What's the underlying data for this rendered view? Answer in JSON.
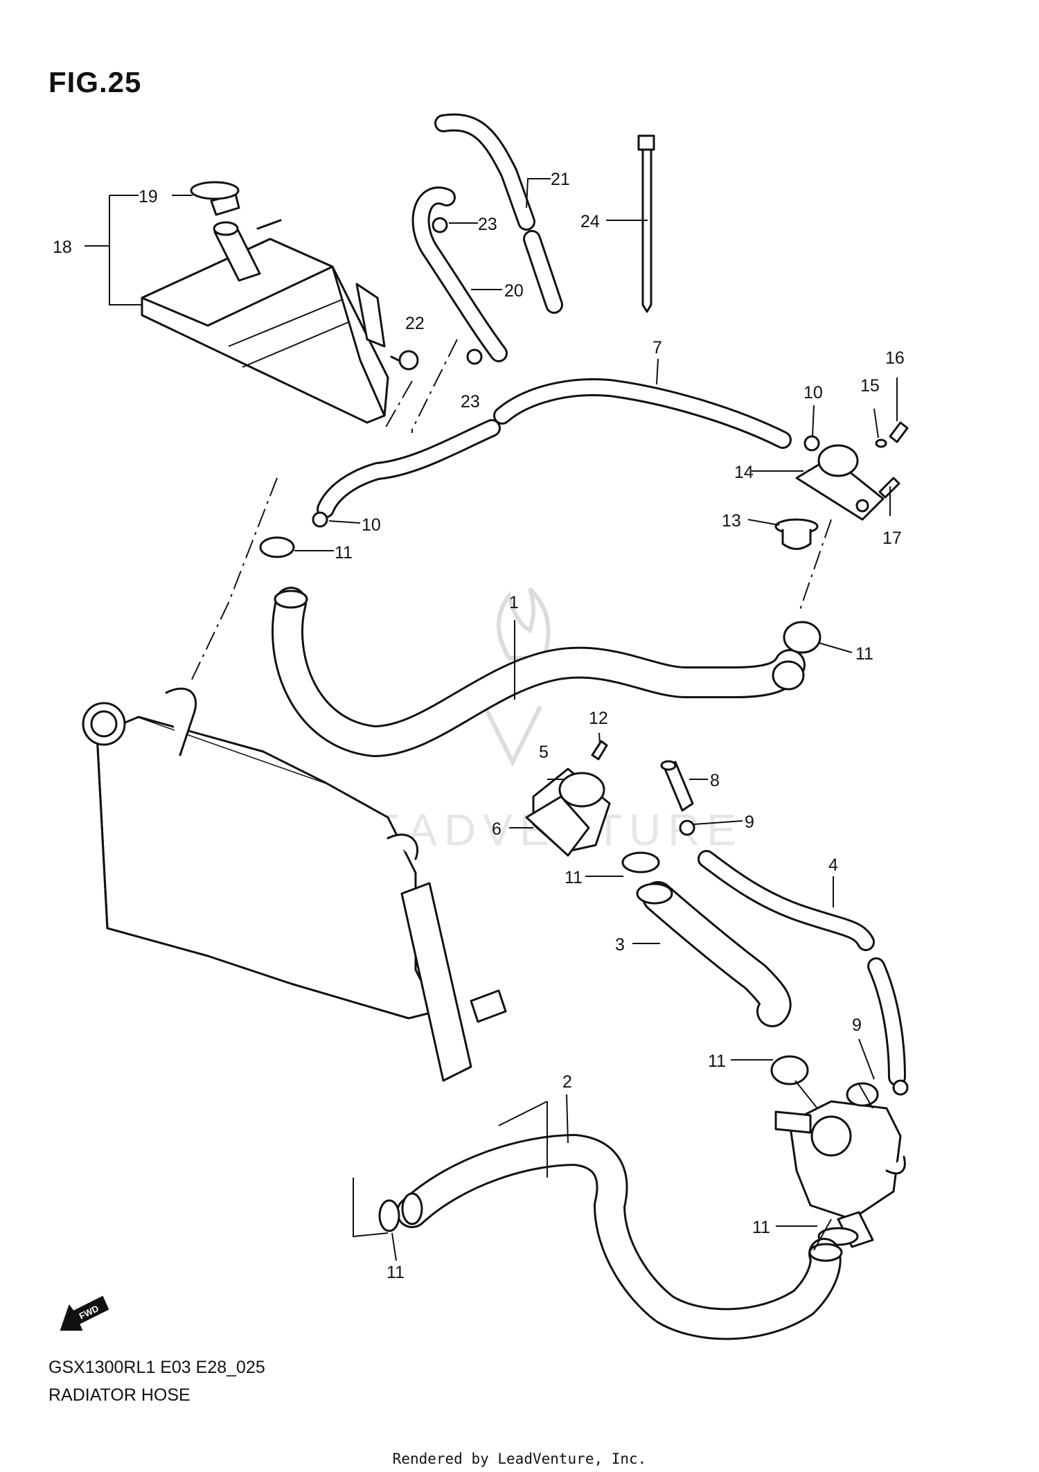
{
  "figure": {
    "title": "FIG.25",
    "model_code": "GSX1300RL1 E03 E28_025",
    "section_name": "RADIATOR HOSE",
    "credit": "Rendered by LeadVenture, Inc.",
    "watermark": "LEADVENTURE",
    "fwd_label": "FWD"
  },
  "callouts": {
    "c1": "1",
    "c2": "2",
    "c3": "3",
    "c4": "4",
    "c5": "5",
    "c6": "6",
    "c7": "7",
    "c8": "8",
    "c9a": "9",
    "c9b": "9",
    "c10a": "10",
    "c10b": "10",
    "c11a": "11",
    "c11b": "11",
    "c11c": "11",
    "c11d": "11",
    "c11e": "11",
    "c11f": "11",
    "c12": "12",
    "c13": "13",
    "c14": "14",
    "c15": "15",
    "c16": "16",
    "c17": "17",
    "c18": "18",
    "c19": "19",
    "c20": "20",
    "c21": "21",
    "c22": "22",
    "c23a": "23",
    "c23b": "23",
    "c24": "24"
  }
}
